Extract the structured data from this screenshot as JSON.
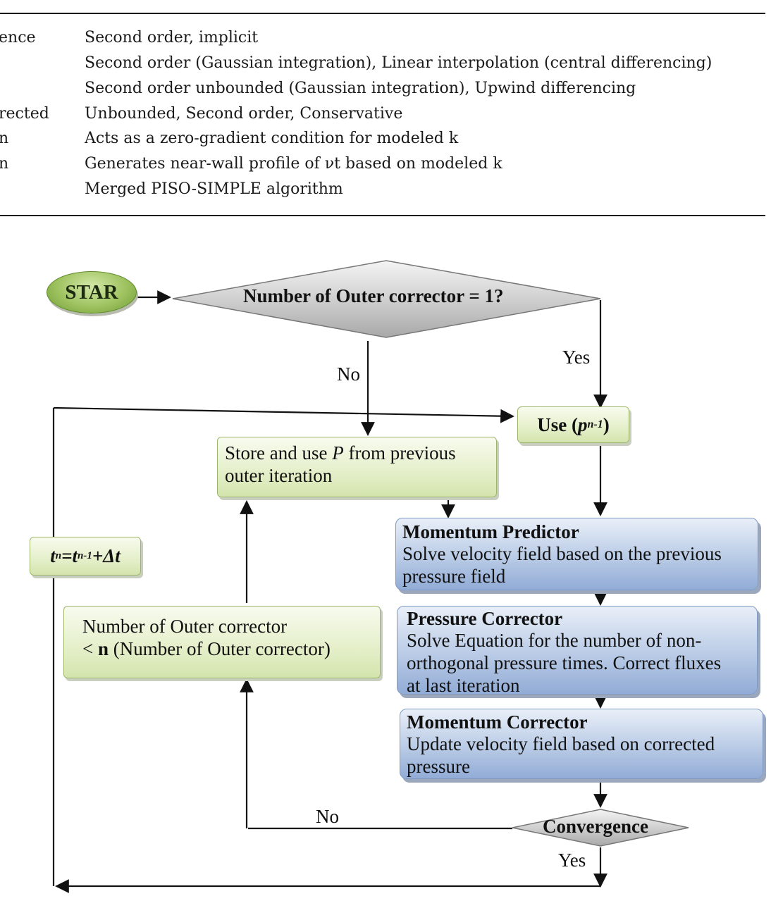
{
  "table": {
    "rows": [
      {
        "left": "ence",
        "right": "Second order, implicit"
      },
      {
        "left": "",
        "right": "Second order (Gaussian integration), Linear interpolation (central differencing)"
      },
      {
        "left": "",
        "right": "Second order unbounded (Gaussian integration), Upwind differencing"
      },
      {
        "left": "rected",
        "right": "Unbounded, Second order, Conservative"
      },
      {
        "left": "n",
        "right": "Acts as a zero-gradient condition for modeled k"
      },
      {
        "left": "n",
        "right": "Generates near-wall profile of νt based on modeled k"
      },
      {
        "left": "",
        "right": "Merged PISO-SIMPLE algorithm"
      }
    ]
  },
  "flowchart": {
    "start": "STAR",
    "decision_outer": "Number of Outer corrector = 1?",
    "yes_top": "Yes",
    "no_top": "No",
    "use_prev_pressure": {
      "prefix": "Use (",
      "base": "p",
      "sup": "n-1",
      "suffix": ")"
    },
    "store_box": {
      "line1_pre": "Store and use ",
      "line1_var": "P",
      "line1_post": " from previous",
      "line2": "outer iteration"
    },
    "time_update": {
      "t": "t",
      "sup_n": "n",
      "eq": " =",
      "t2": "t",
      "sup_n1": "n-1",
      "plus": "+Δt"
    },
    "momentum_predictor": {
      "title": "Momentum Predictor",
      "line1": "Solve velocity field based on the previous",
      "line2": "pressure field"
    },
    "pressure_corrector": {
      "title": "Pressure Corrector",
      "line1": "Solve Equation for the number of non-",
      "line2": "orthogonal pressure times. Correct fluxes",
      "line3": "at last iteration"
    },
    "momentum_corrector": {
      "title": "Momentum Corrector",
      "line1": "Update velocity field based on corrected",
      "line2": "pressure"
    },
    "outer_check": {
      "line1": "Number of Outer corrector",
      "line2_pre": "< ",
      "line2_bold": "n",
      "line2_post": " (Number of Outer corrector)"
    },
    "convergence": "Convergence",
    "no_bottom": "No",
    "yes_bottom": "Yes"
  }
}
